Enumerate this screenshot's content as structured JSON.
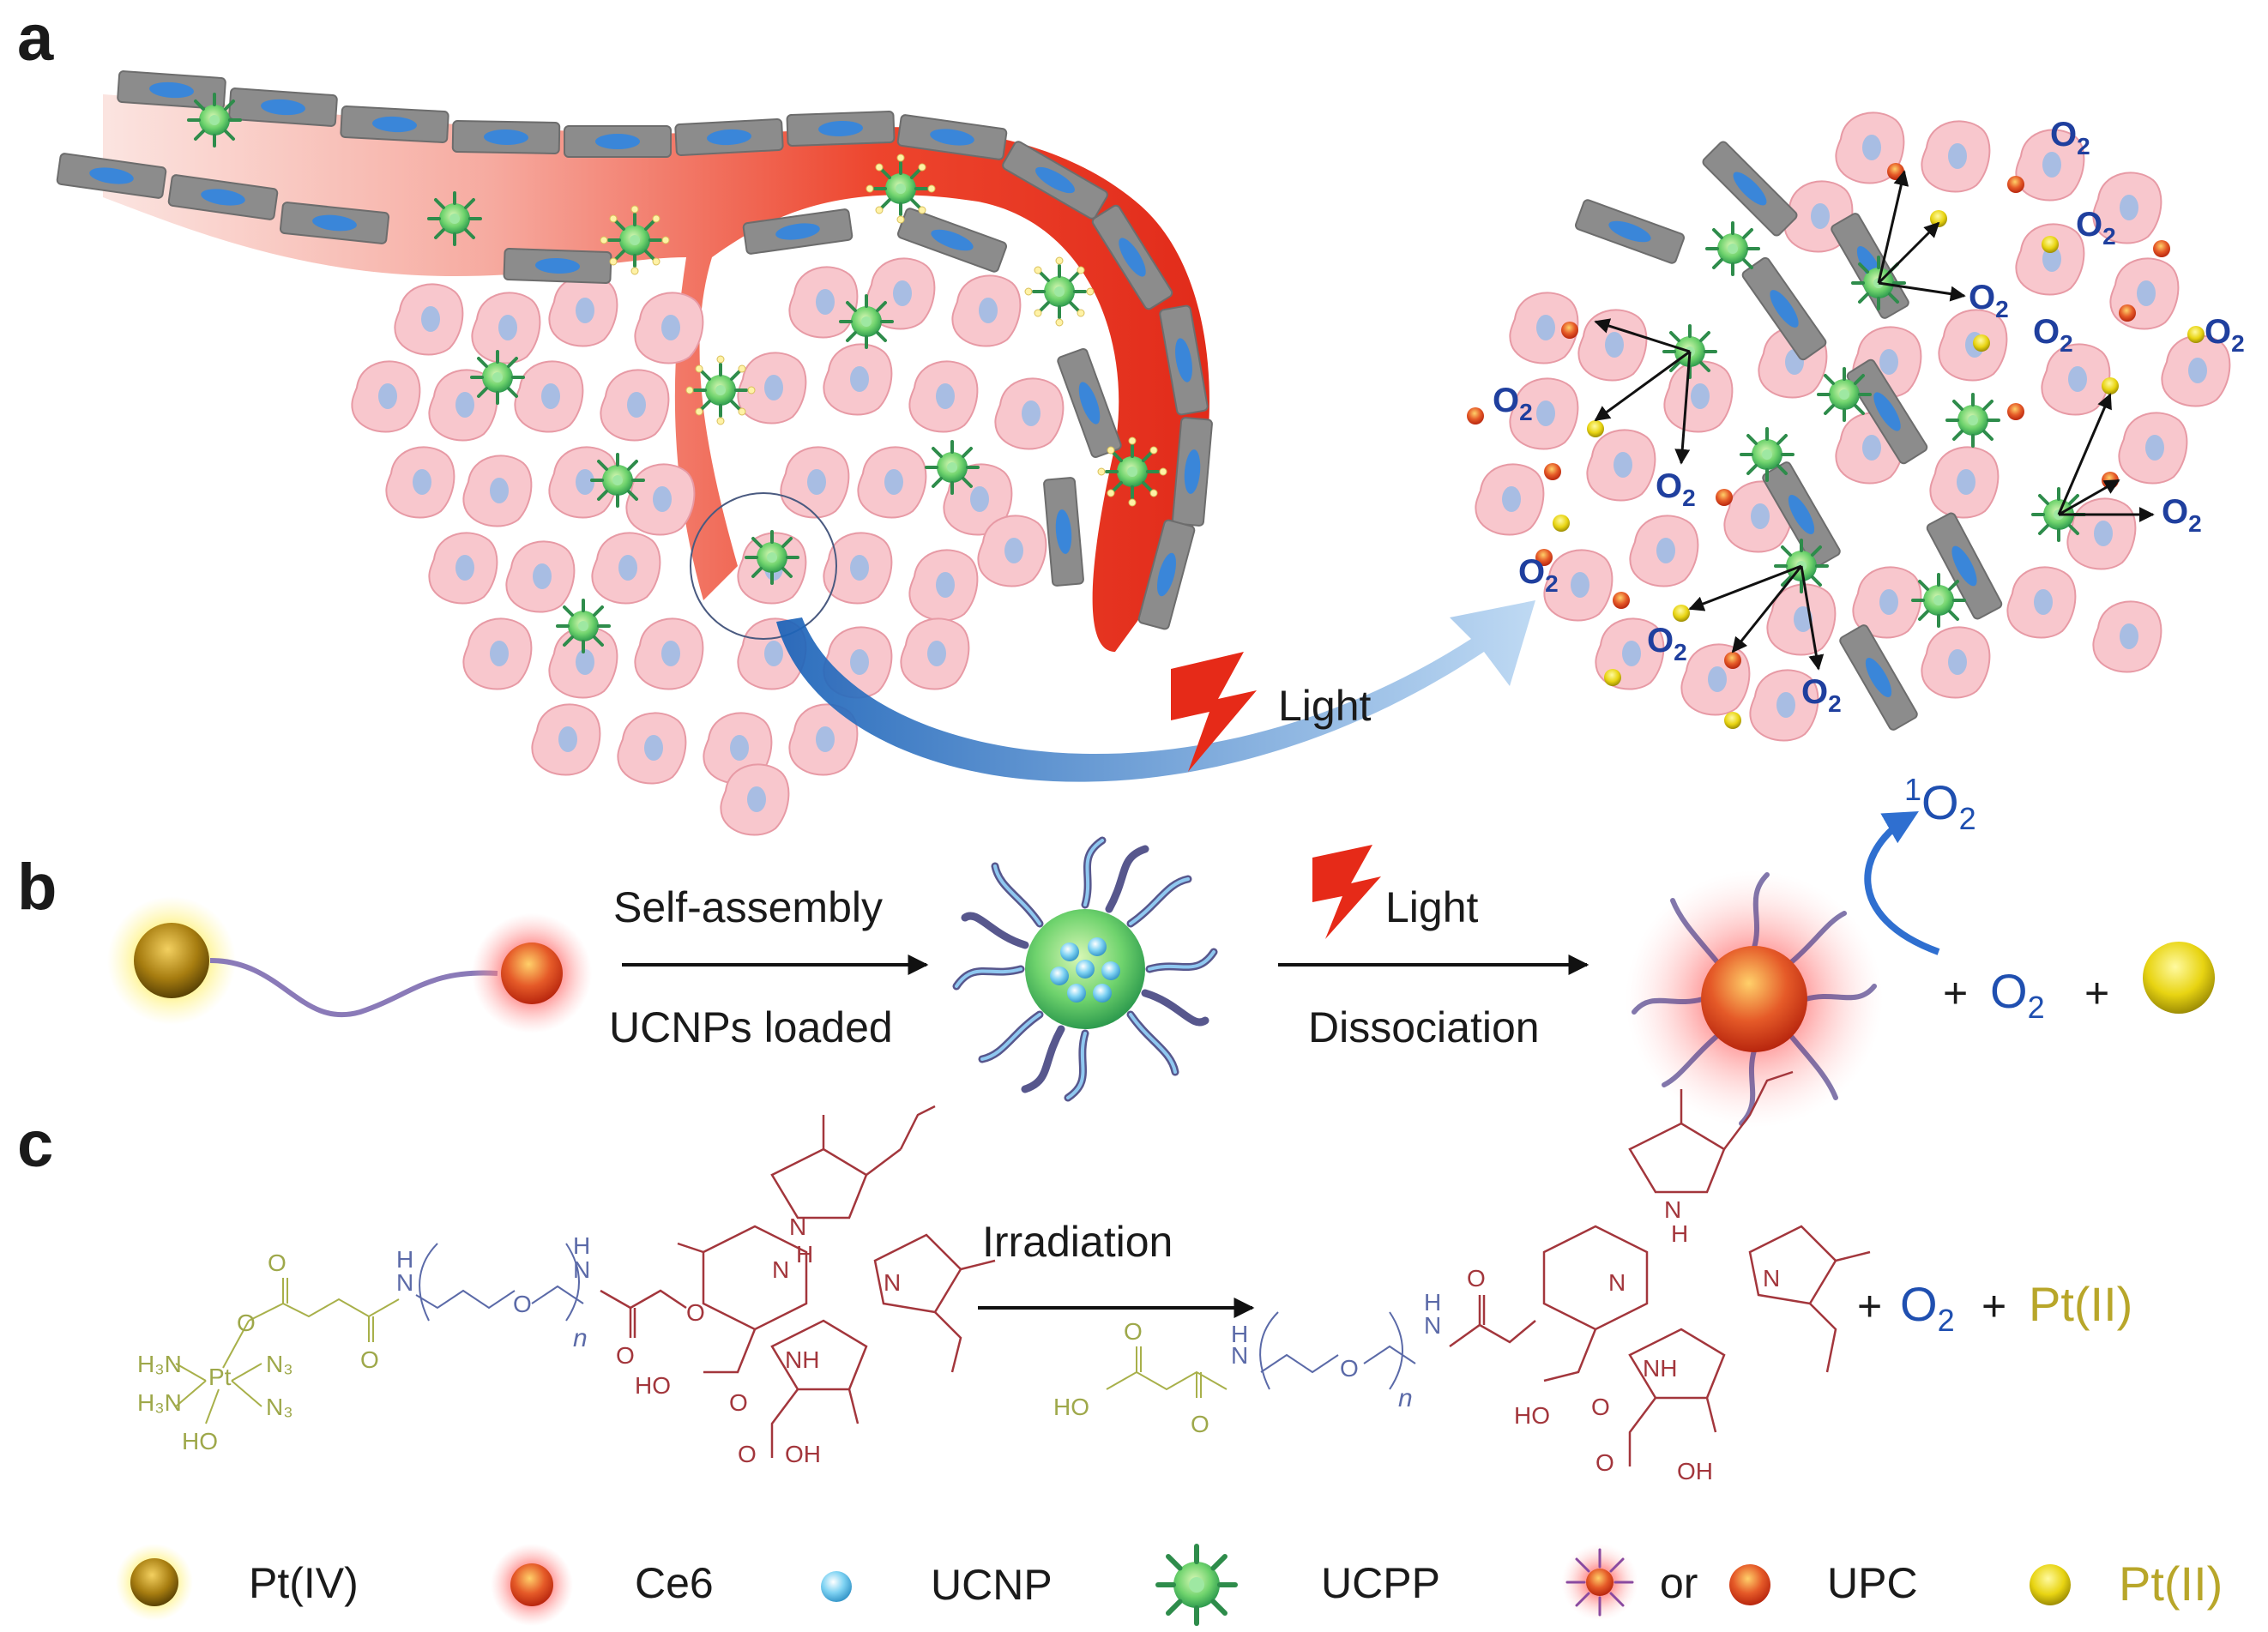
{
  "panels": {
    "a": "a",
    "b": "b",
    "c": "c"
  },
  "panel_a": {
    "light_label": "Light",
    "o2_label": "O",
    "o2_sub": "2"
  },
  "panel_b": {
    "arrow1_top": "Self-assembly",
    "arrow1_bottom": "UCNPs loaded",
    "arrow2_top": "Light",
    "arrow2_bottom": "Dissociation",
    "singlet_sup": "1",
    "singlet_o": "O",
    "singlet_sub": "2",
    "plus1": "+",
    "o2": "O",
    "o2_sub": "2",
    "plus2": "+"
  },
  "panel_c": {
    "arrow_label": "Irradiation",
    "products": {
      "plus1": "+",
      "o2": "O",
      "o2_sub": "2",
      "plus2": "+",
      "pt": "Pt(II)"
    },
    "atoms": {
      "h3n": "H₃N",
      "pt": "Pt",
      "n3": "N₃",
      "ho": "HO",
      "o": "O",
      "n": "N",
      "h": "H",
      "nh": "NH",
      "oh": "OH",
      "n_index": "n"
    }
  },
  "legend": [
    {
      "label": "Pt(IV)",
      "icon": "pt-iv-sphere-icon"
    },
    {
      "label": "Ce6",
      "icon": "ce6-sphere-icon"
    },
    {
      "label": "UCNP",
      "icon": "ucnp-sphere-icon"
    },
    {
      "label": "UCPP",
      "icon": "ucpp-nanoparticle-icon"
    },
    {
      "label": "or",
      "icon": "upc-burst-icon"
    },
    {
      "label": "UPC",
      "icon": "upc-sphere-icon"
    },
    {
      "label": "Pt(II)",
      "icon": "pt-ii-sphere-icon"
    }
  ],
  "colors": {
    "vessel": "#e8321c",
    "cell_fill": "#f7c9cf",
    "nucleus": "#a9bde2",
    "endothelial": "#8a8a8a",
    "endothelial_nucleus": "#3f86d8",
    "o2_text": "#1f3f9e",
    "pt_ii": "#e6d51a",
    "pt_iv": "#8a6a0a",
    "ce6": "#e2542a",
    "ucpp": "#3fc07a"
  }
}
